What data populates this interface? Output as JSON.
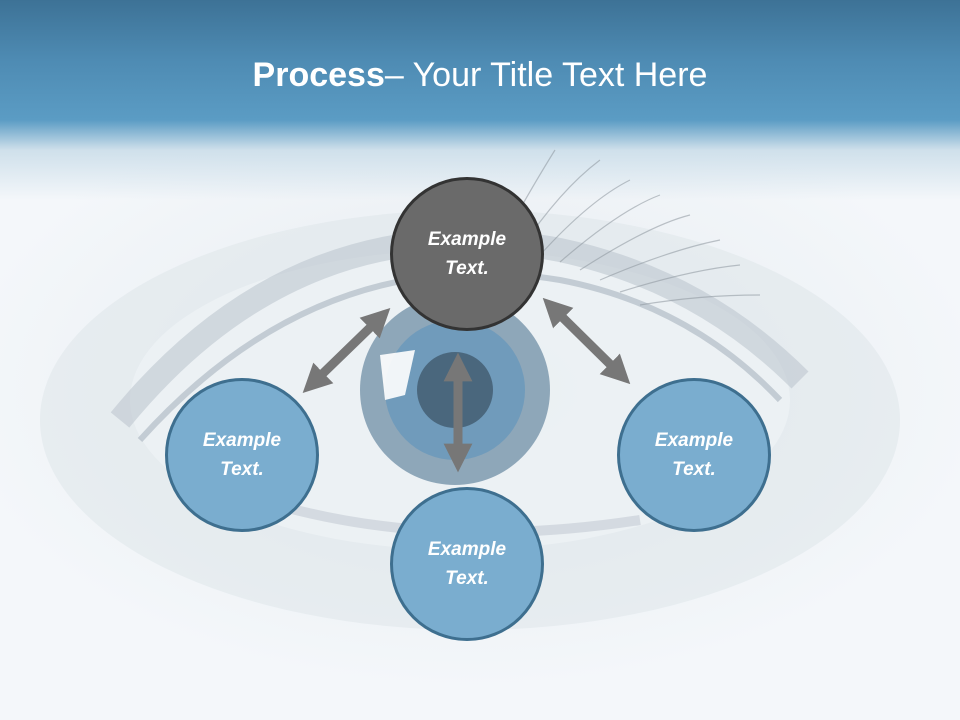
{
  "title": {
    "bold": "Process",
    "rest": " – Your Title Text Here"
  },
  "nodes": [
    {
      "line1": "Example",
      "line2": "Text.",
      "role": "center-top",
      "color": "#6a6a6a"
    },
    {
      "line1": "Example",
      "line2": "Text.",
      "role": "left",
      "color": "#7aadcf"
    },
    {
      "line1": "Example",
      "line2": "Text.",
      "role": "bottom",
      "color": "#7aadcf"
    },
    {
      "line1": "Example",
      "line2": "Text.",
      "role": "right",
      "color": "#7aadcf"
    }
  ],
  "colors": {
    "header": "#4e8bb3",
    "arrow": "#7a7a7a",
    "node_border": "#3e6f8f"
  },
  "background_image": "eye-closeup"
}
